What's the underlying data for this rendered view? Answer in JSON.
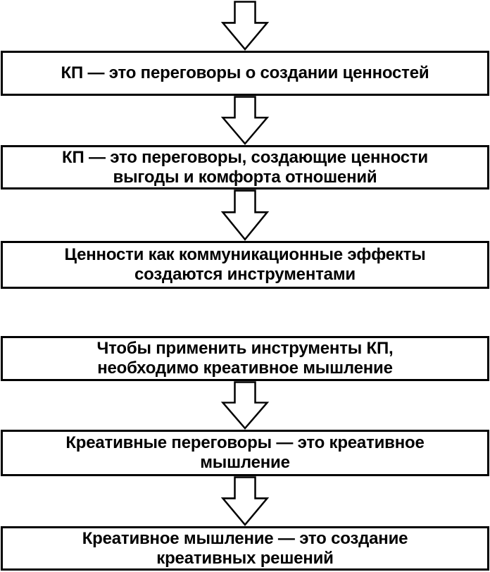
{
  "flowchart": {
    "boxes": [
      {
        "text": "КП — это переговоры о создании ценностей"
      },
      {
        "text": "КП — это переговоры, создающие ценности\nвыгоды и комфорта отношений"
      },
      {
        "text": "Ценности как коммуникационные эффекты\nсоздаются инструментами"
      },
      {
        "text": "Чтобы применить инструменты КП,\nнеобходимо креативное мышление"
      },
      {
        "text": "Креативные переговоры — это креативное\nмышление"
      },
      {
        "text": "Креативное мышление — это создание\nкреативных решений"
      }
    ],
    "connector_icon": "down-arrow-icon",
    "colors": {
      "box_border": "#000000",
      "box_fill": "#ffffff",
      "arrow_outline": "#000000",
      "arrow_fill": "#ffffff",
      "background": "#ffffff",
      "text": "#000000"
    }
  }
}
